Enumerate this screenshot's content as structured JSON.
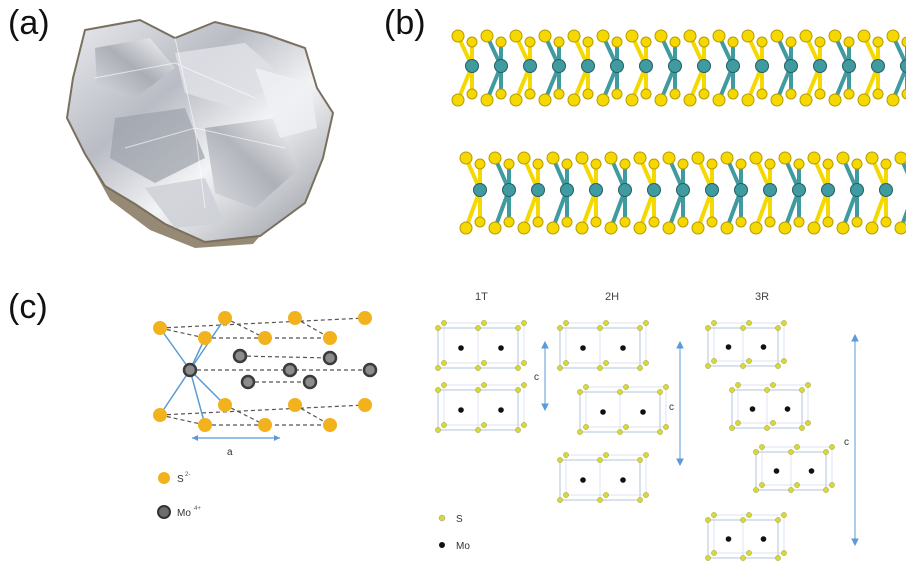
{
  "panels": {
    "a": {
      "label": "(a)"
    },
    "b": {
      "label": "(b)"
    },
    "c": {
      "label": "(c)"
    }
  },
  "lattice_left": {
    "dimension_label": "a",
    "legend": [
      {
        "symbol": "S",
        "charge": "2-",
        "color": "#f2b21d"
      },
      {
        "symbol": "Mo",
        "charge": "4+",
        "color": "#6d6d6d"
      }
    ]
  },
  "polytypes": {
    "headers": [
      "1T",
      "2H",
      "3R"
    ],
    "axis_label": "c",
    "legend": [
      {
        "label": "S",
        "color": "#d8d838"
      },
      {
        "label": "Mo",
        "color": "#111111"
      }
    ]
  },
  "colors": {
    "sulfur": "#f4d800",
    "molybdenum": "#3f9ba0",
    "foil": "#c9ccd3"
  }
}
